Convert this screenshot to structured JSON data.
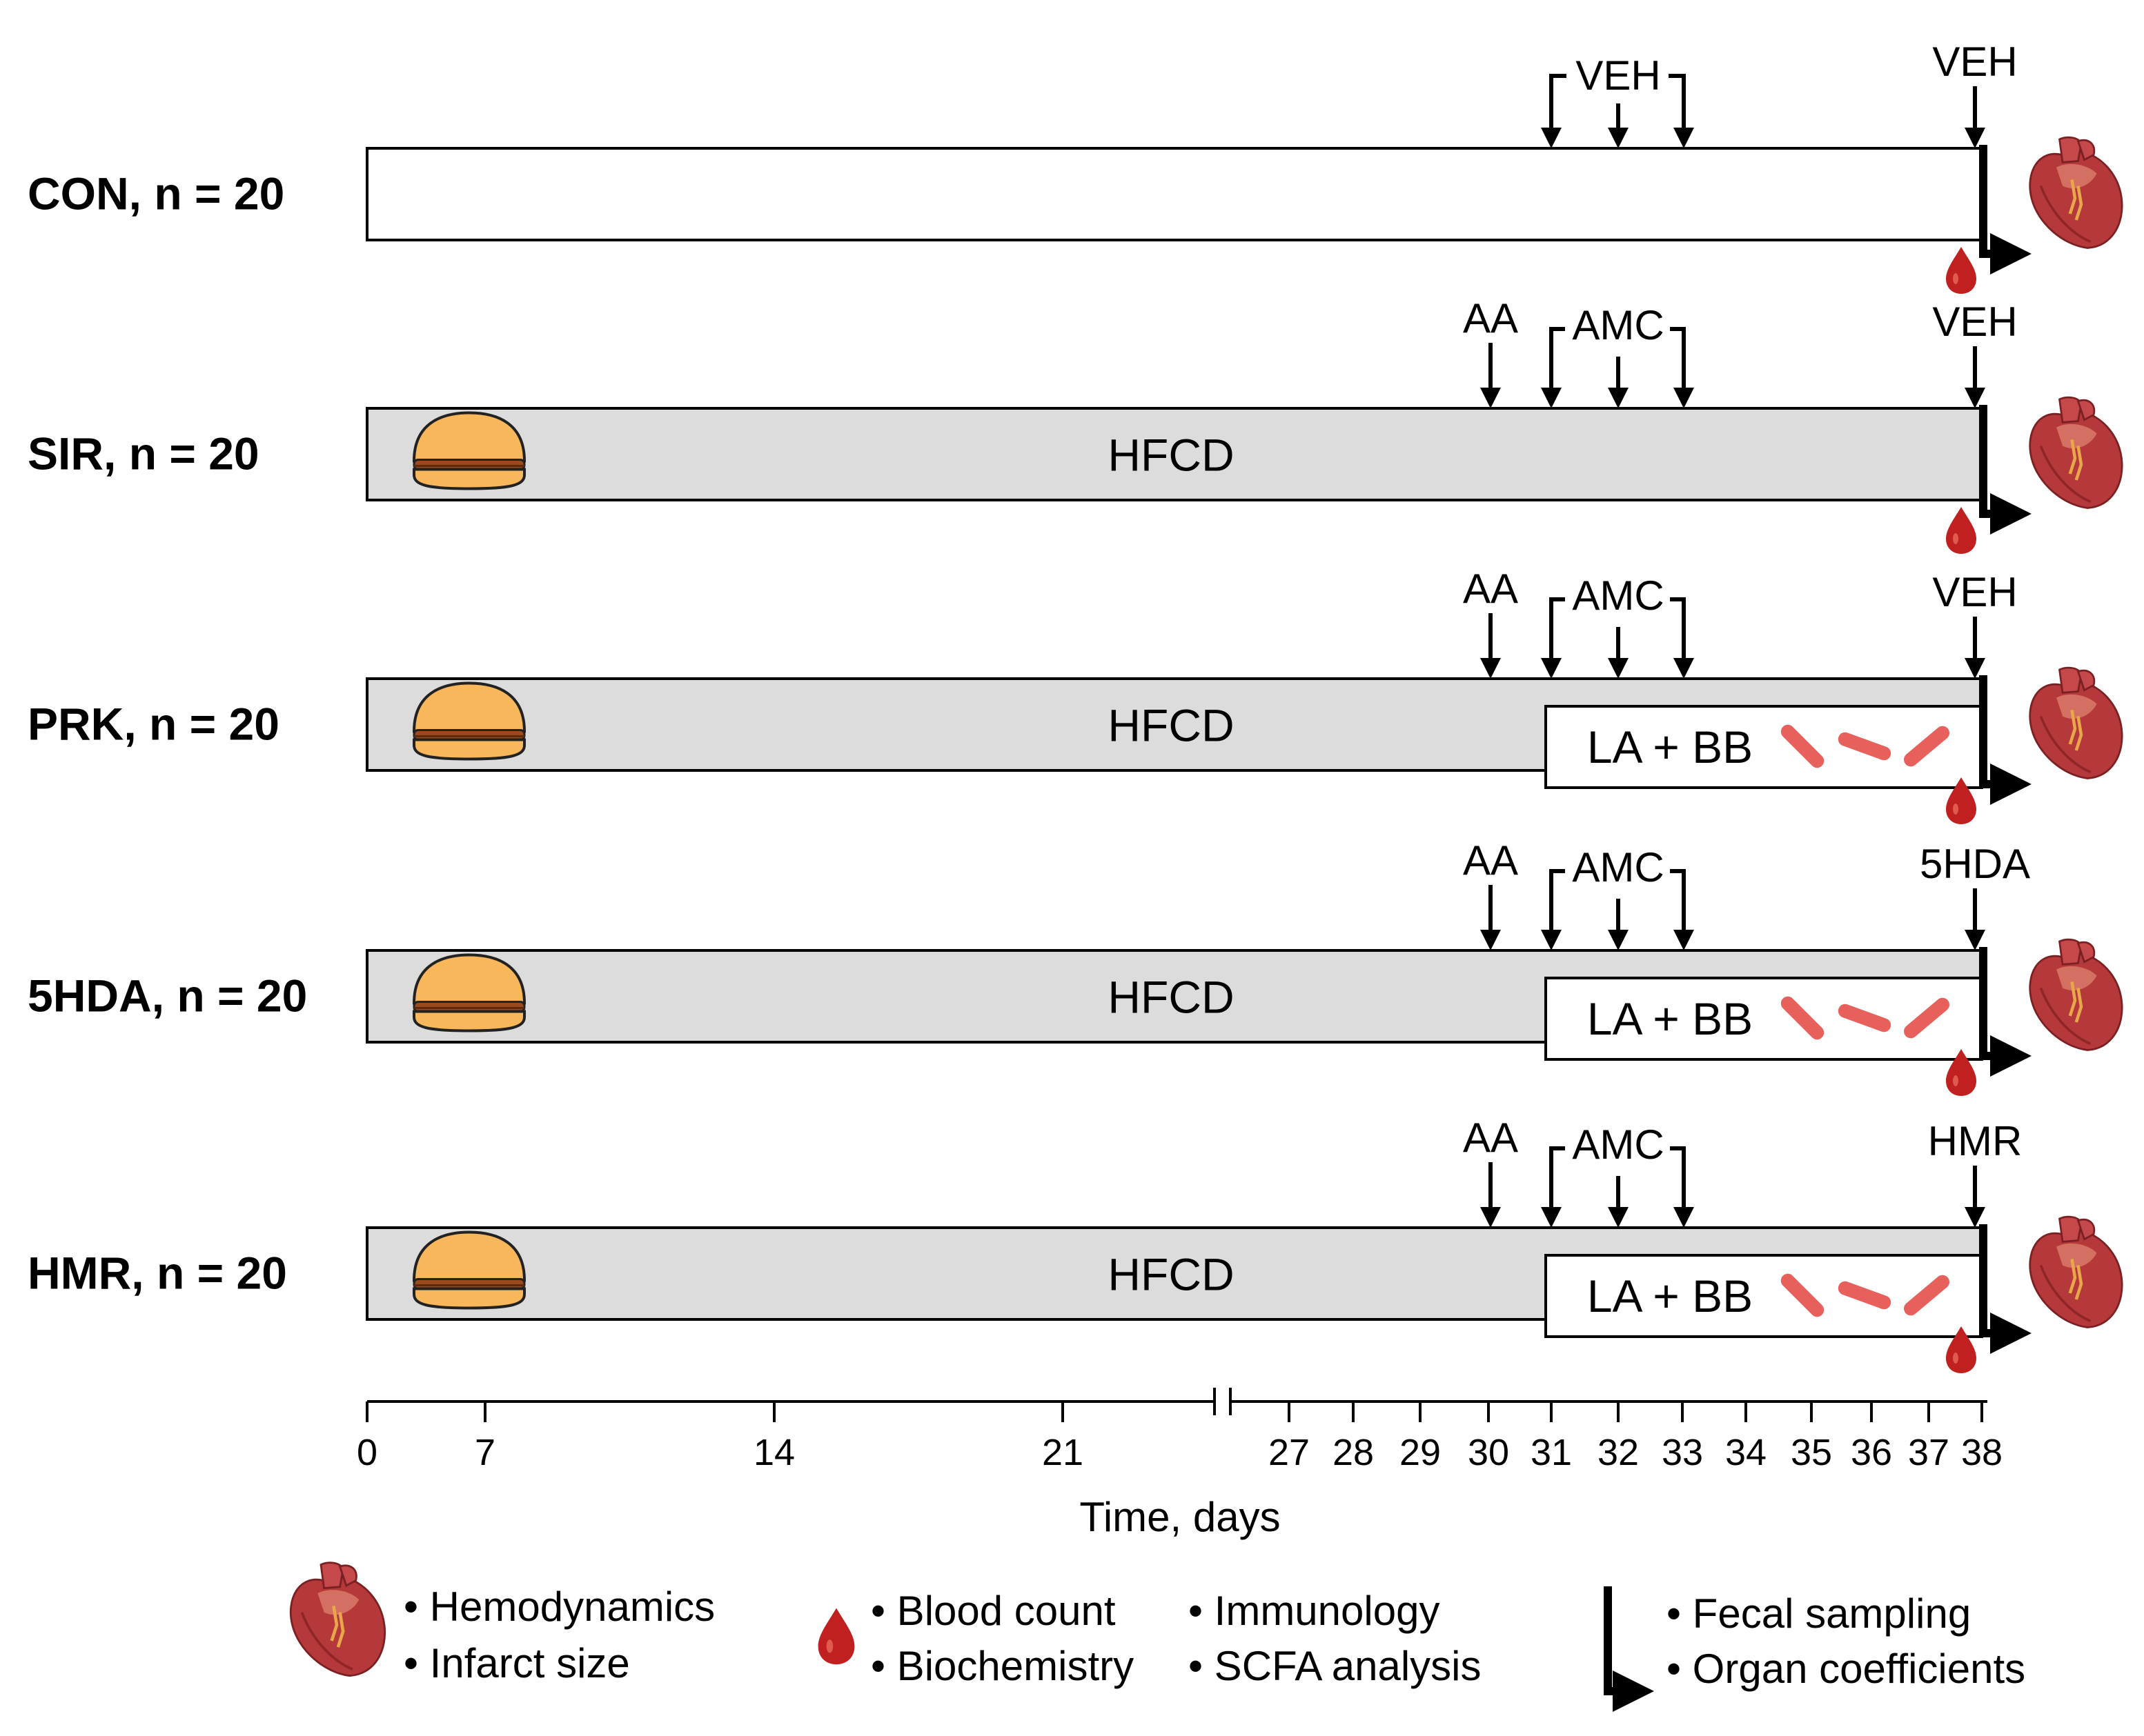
{
  "groups": [
    {
      "label": "CON, n = 20",
      "diet": "",
      "treatment": "",
      "injection_labels": [
        "VEH"
      ],
      "end_label": "VEH"
    },
    {
      "label": "SIR, n = 20",
      "diet": "HFCD",
      "treatment": "",
      "injection_labels": [
        "AA",
        "AMC"
      ],
      "end_label": "VEH"
    },
    {
      "label": "PRK, n = 20",
      "diet": "HFCD",
      "treatment": "LA + BB",
      "injection_labels": [
        "AA",
        "AMC"
      ],
      "end_label": "VEH"
    },
    {
      "label": "5HDA, n = 20",
      "diet": "HFCD",
      "treatment": "LA + BB",
      "injection_labels": [
        "AA",
        "AMC"
      ],
      "end_label": "5HDA"
    },
    {
      "label": "HMR, n = 20",
      "diet": "HFCD",
      "treatment": "LA + BB",
      "injection_labels": [
        "AA",
        "AMC"
      ],
      "end_label": "HMR"
    }
  ],
  "axis": {
    "title": "Time, days",
    "ticks": [
      "0",
      "7",
      "14",
      "21",
      "27",
      "28",
      "29",
      "30",
      "31",
      "32",
      "33",
      "34",
      "35",
      "36",
      "37",
      "38"
    ]
  },
  "legend": {
    "heart": [
      "• Hemodynamics",
      "• Infarct size"
    ],
    "blood": [
      "• Blood count",
      "• Biochemistry"
    ],
    "blood_extra": [
      "• Immunology",
      "• SCFA analysis"
    ],
    "sampling": [
      "• Fecal sampling",
      "• Organ coefficients"
    ]
  },
  "colors": {
    "diet_bar": "#dcdcdc",
    "control_bar": "#ffffff",
    "heart": "#b5383a",
    "blood_drop": "#c0201f",
    "bacteria": "#e8605c",
    "burger_bun": "#f8b75a",
    "burger_patty": "#9a4a1c"
  }
}
